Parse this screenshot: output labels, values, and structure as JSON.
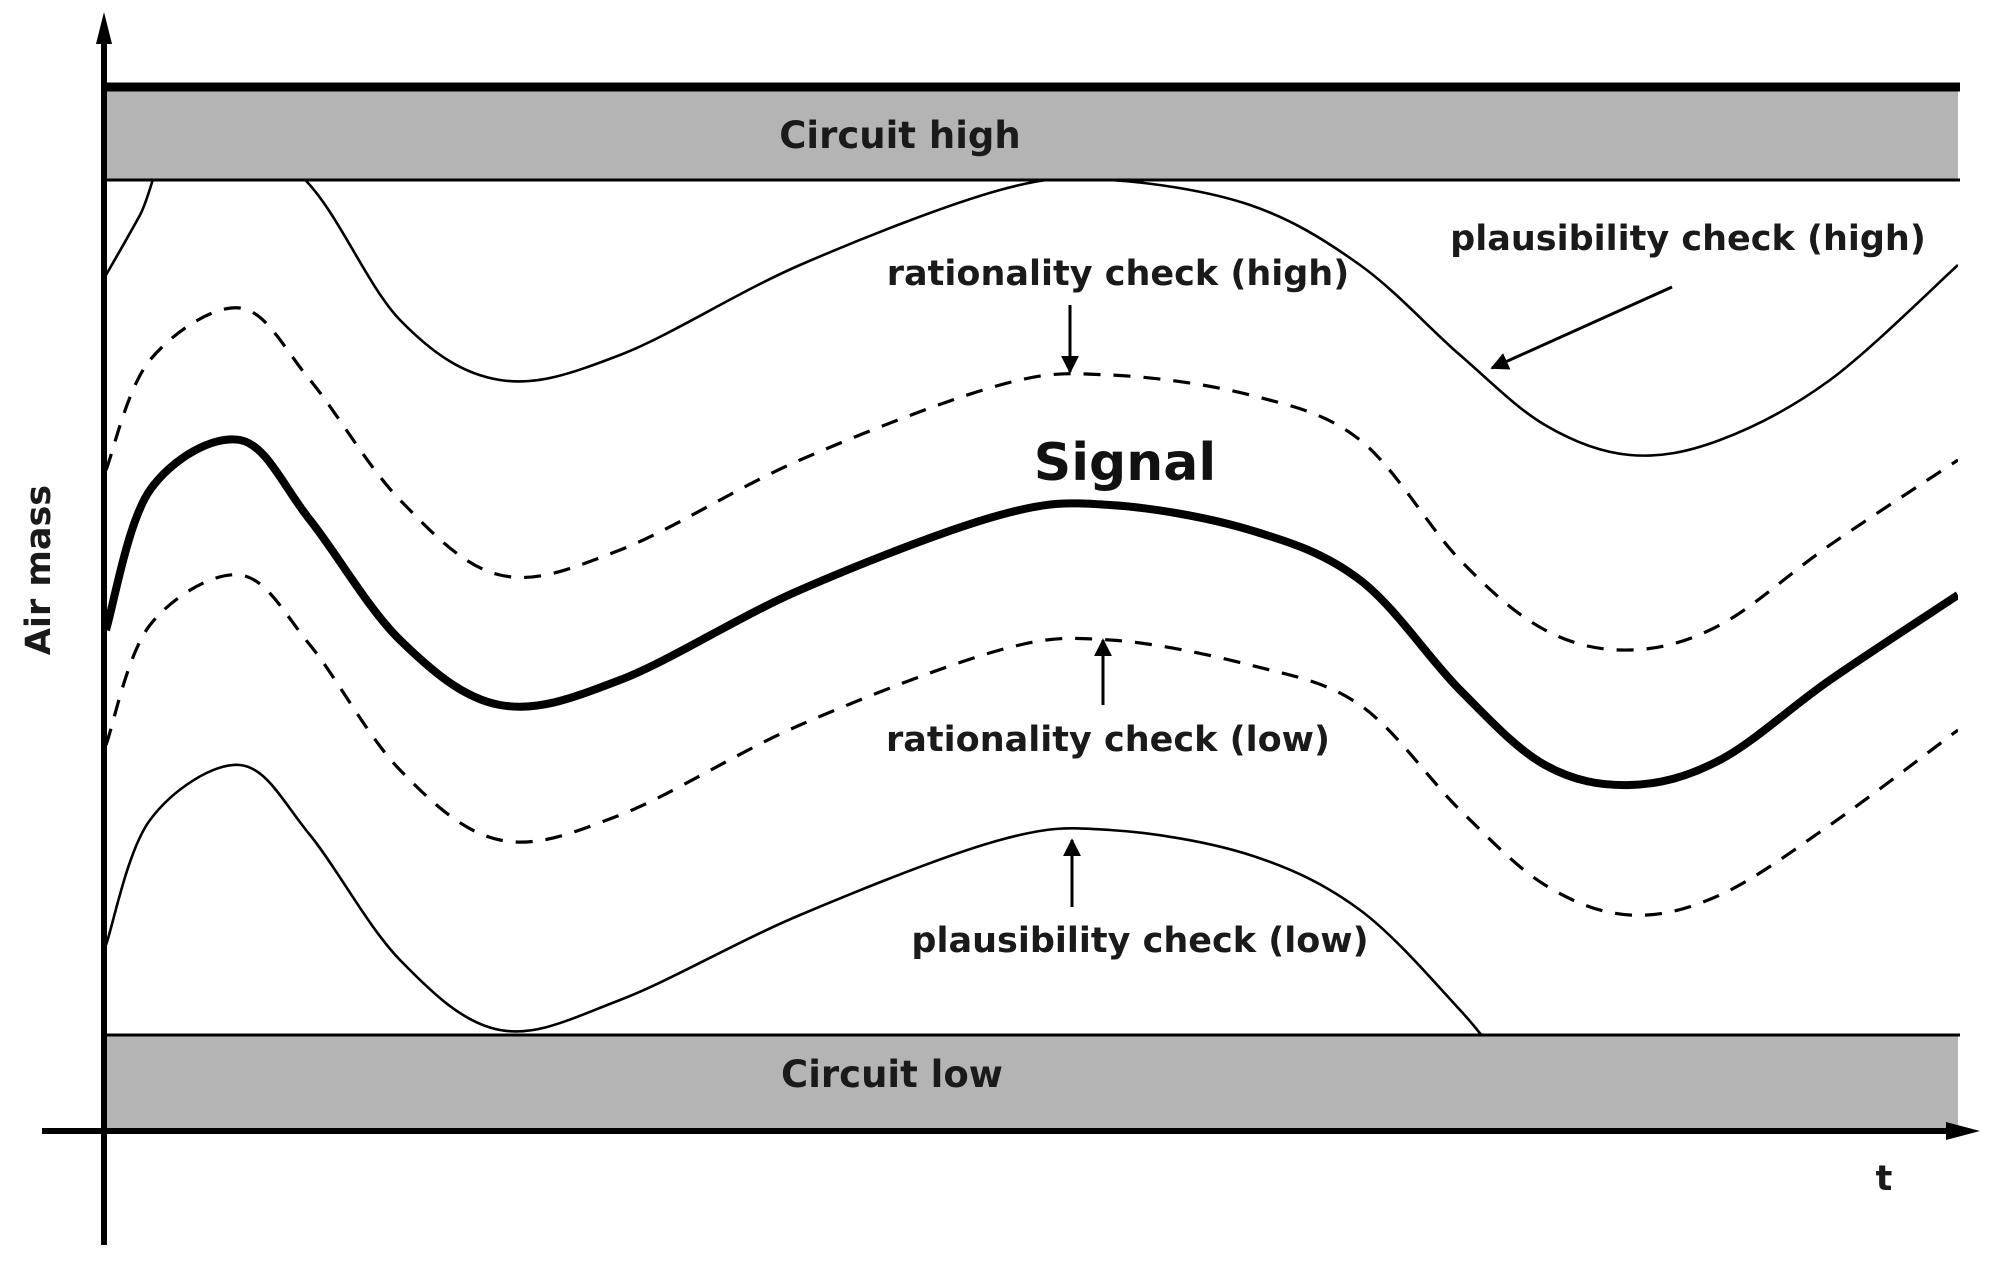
{
  "bands": {
    "high_label": "Circuit high",
    "low_label": "Circuit low",
    "fill_color": "#b4b4b4"
  },
  "axes": {
    "y_label": "Air mass",
    "x_label": "t"
  },
  "curves": {
    "signal_label": "Signal",
    "rationality_high_label": "rationality check (high)",
    "rationality_low_label": "rationality check (low)",
    "plausibility_high_label": "plausibility check (high)",
    "plausibility_low_label": "plausibility check (low)"
  }
}
